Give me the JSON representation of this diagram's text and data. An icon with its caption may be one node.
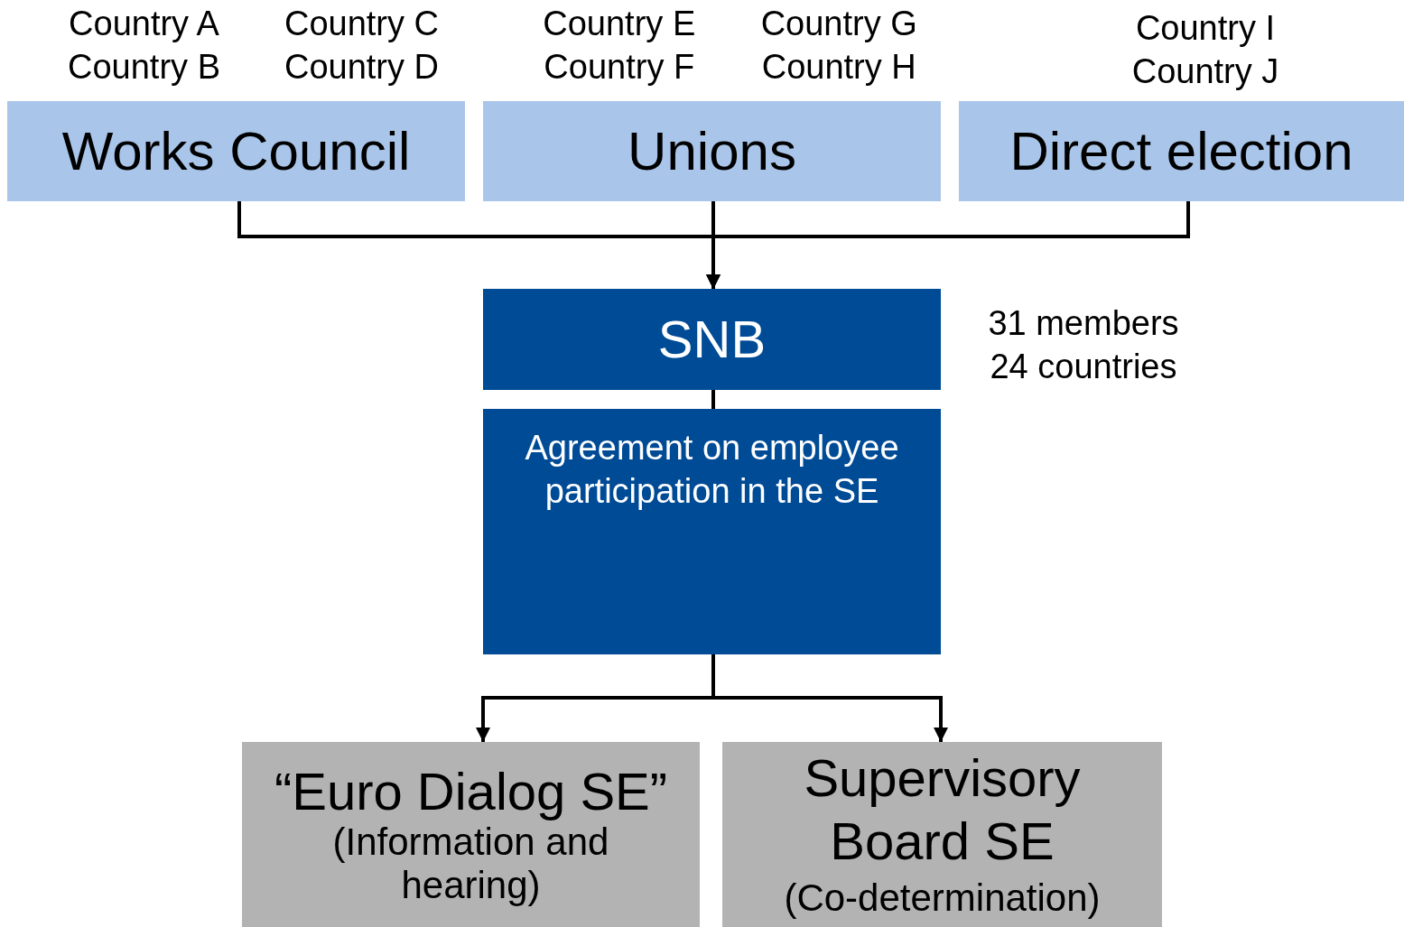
{
  "diagram": {
    "nodes": [
      {
        "text": [
          "Works Council"
        ],
        "beside": [
          "Country A",
          "Country C",
          "Country B",
          "Country D"
        ]
      },
      {
        "text": [
          "Unions"
        ],
        "beside": [
          "Country E",
          "Country G",
          "Country F",
          "Country H"
        ]
      },
      {
        "text": [
          "Direct election"
        ],
        "beside": [
          "Country I",
          "Country J"
        ]
      },
      {
        "text": [
          "SNB"
        ],
        "beside": [
          "31 members",
          "24 countries"
        ]
      },
      {
        "text": [
          "Agreement on employee participation in the SE"
        ]
      },
      {
        "text": [
          "“Euro Dialog SE”",
          "(Information and hearing)"
        ]
      },
      {
        "text": [
          "Supervisory Board SE",
          "(Co-determination)"
        ]
      }
    ],
    "edges": [
      {
        "from": 0,
        "to": 3,
        "arrow": "to"
      },
      {
        "from": 1,
        "to": 3,
        "arrow": "to"
      },
      {
        "from": 2,
        "to": 3,
        "arrow": "to"
      },
      {
        "from": 3,
        "to": 4,
        "arrow": "none"
      },
      {
        "from": 4,
        "to": 5,
        "arrow": "to"
      },
      {
        "from": 4,
        "to": 6,
        "arrow": "to"
      }
    ]
  }
}
